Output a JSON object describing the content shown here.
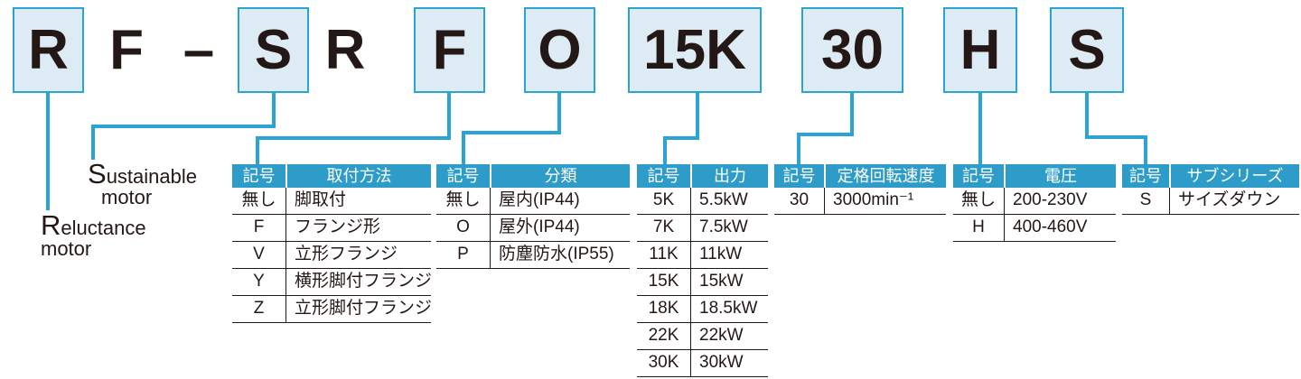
{
  "colors": {
    "accent": "#2ba3d4",
    "table_header_bg": "#2d9cc9",
    "code_box_fill": "#dcebf4",
    "text": "#231815",
    "header_text": "#ffffff"
  },
  "model_code": {
    "segments": [
      {
        "text": "R",
        "boxed": true
      },
      {
        "text": "F",
        "boxed": false
      },
      {
        "text": "–",
        "boxed": false
      },
      {
        "text": "S",
        "boxed": true
      },
      {
        "text": "R",
        "boxed": false
      },
      {
        "text": "F",
        "boxed": true
      },
      {
        "text": "O",
        "boxed": true
      },
      {
        "text": "15K",
        "boxed": true
      },
      {
        "text": "30",
        "boxed": true
      },
      {
        "text": "H",
        "boxed": true
      },
      {
        "text": "S",
        "boxed": true
      }
    ]
  },
  "annotations": {
    "sustainable": {
      "initial": "S",
      "rest": "ustainable",
      "line2": "motor"
    },
    "reluctance": {
      "initial": "R",
      "rest": "eluctance",
      "line2": "motor"
    }
  },
  "tables": [
    {
      "name": "mounting-method",
      "symbol_header": "記号",
      "value_header": "取付方法",
      "rows": [
        [
          "無し",
          "脚取付"
        ],
        [
          "F",
          "フランジ形"
        ],
        [
          "V",
          "立形フランジ"
        ],
        [
          "Y",
          "横形脚付フランジ"
        ],
        [
          "Z",
          "立形脚付フランジ"
        ]
      ]
    },
    {
      "name": "classification",
      "symbol_header": "記号",
      "value_header": "分類",
      "rows": [
        [
          "無し",
          "屋内(IP44)"
        ],
        [
          "O",
          "屋外(IP44)"
        ],
        [
          "P",
          "防塵防水(IP55)"
        ]
      ]
    },
    {
      "name": "output",
      "symbol_header": "記号",
      "value_header": "出力",
      "rows": [
        [
          "5K",
          "5.5kW"
        ],
        [
          "7K",
          "7.5kW"
        ],
        [
          "11K",
          "11kW"
        ],
        [
          "15K",
          "15kW"
        ],
        [
          "18K",
          "18.5kW"
        ],
        [
          "22K",
          "22kW"
        ],
        [
          "30K",
          "30kW"
        ]
      ]
    },
    {
      "name": "rated-rotation-speed",
      "symbol_header": "記号",
      "value_header": "定格回転速度",
      "rows": [
        [
          "30",
          "3000min⁻¹"
        ]
      ]
    },
    {
      "name": "voltage",
      "symbol_header": "記号",
      "value_header": "電圧",
      "rows": [
        [
          "無し",
          "200-230V"
        ],
        [
          "H",
          "400-460V"
        ]
      ]
    },
    {
      "name": "sub-series",
      "symbol_header": "記号",
      "value_header": "サブシリーズ",
      "rows": [
        [
          "S",
          "サイズダウン"
        ]
      ]
    }
  ]
}
